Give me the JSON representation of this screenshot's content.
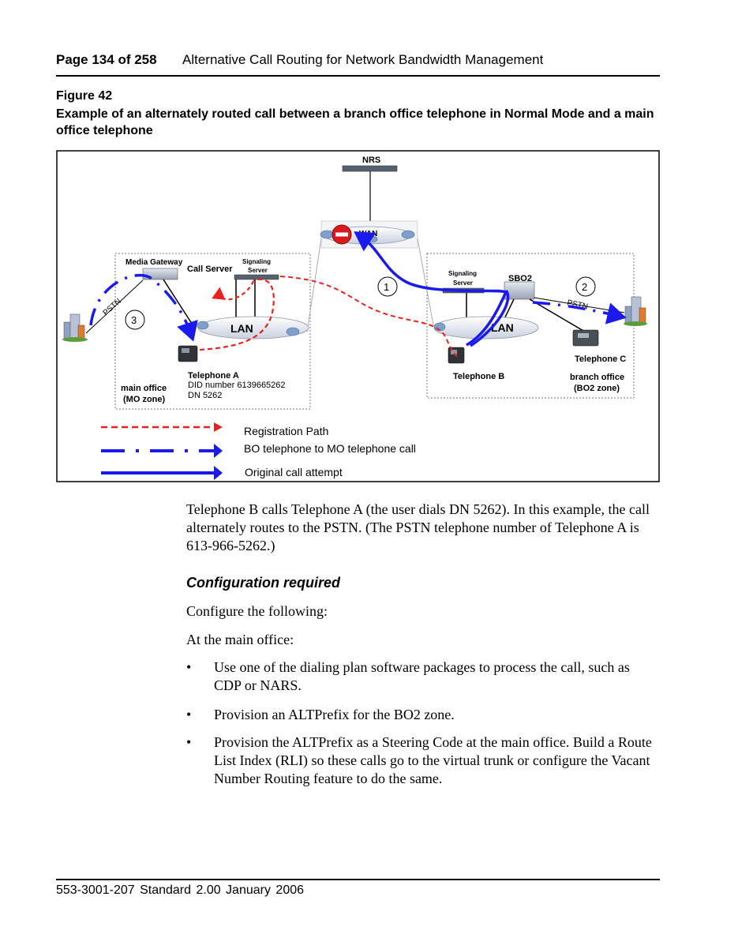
{
  "header": {
    "page_label": "Page 134 of 258",
    "title": "Alternative Call Routing for Network Bandwidth Management"
  },
  "figure": {
    "label": "Figure 42",
    "caption": "Example of an alternately routed call between a branch office telephone in Normal Mode and a main office telephone"
  },
  "diagram": {
    "nrs": "NRS",
    "wan": "WAN",
    "media_gateway": "Media Gateway",
    "call_server": "Call Server",
    "signaling_server_mo_1": "Signaling",
    "signaling_server_mo_2": "Server",
    "signaling_server_bo_1": "Signaling",
    "signaling_server_bo_2": "Server",
    "sbo2": "SBO2",
    "lan_mo": "LAN",
    "lan_bo": "LAN",
    "pstn_left": "PSTN",
    "pstn_right": "PSTN",
    "marker_1": "1",
    "marker_2": "2",
    "marker_3": "3",
    "telephone_a": "Telephone A",
    "telephone_a_did": "DID number 6139665262",
    "telephone_a_dn": "DN 5262",
    "main_office_1": "main office",
    "main_office_2": "(MO zone)",
    "telephone_b": "Telephone B",
    "telephone_c": "Telephone C",
    "branch_office_1": "branch office",
    "branch_office_2": "(BO2 zone)",
    "legend": {
      "registration": "Registration Path",
      "bo_to_mo": "BO telephone to MO telephone call",
      "original": "Original call attempt"
    },
    "colors": {
      "registration": "#e8231f",
      "call": "#1a1aee",
      "stop": "#d9191c"
    }
  },
  "body": {
    "p1": "Telephone B calls Telephone A (the user dials DN 5262). In this example, the call alternately routes to the PSTN. (The PSTN telephone number of Telephone A is 613-966-5262.)",
    "section_heading": "Configuration required",
    "p2": "Configure the following:",
    "p3": "At the main office:",
    "bullet_char": "•",
    "bullets": [
      "Use one of the dialing plan software packages to process the call, such as CDP or NARS.",
      "Provision an ALTPrefix for the BO2 zone.",
      "Provision the ALTPrefix as a Steering Code at the main office. Build a Route List Index (RLI) so these calls go to the virtual trunk or configure the Vacant Number Routing feature to do the same."
    ]
  },
  "footer": {
    "text": "553-3001-207    Standard 2.00    January 2006"
  }
}
